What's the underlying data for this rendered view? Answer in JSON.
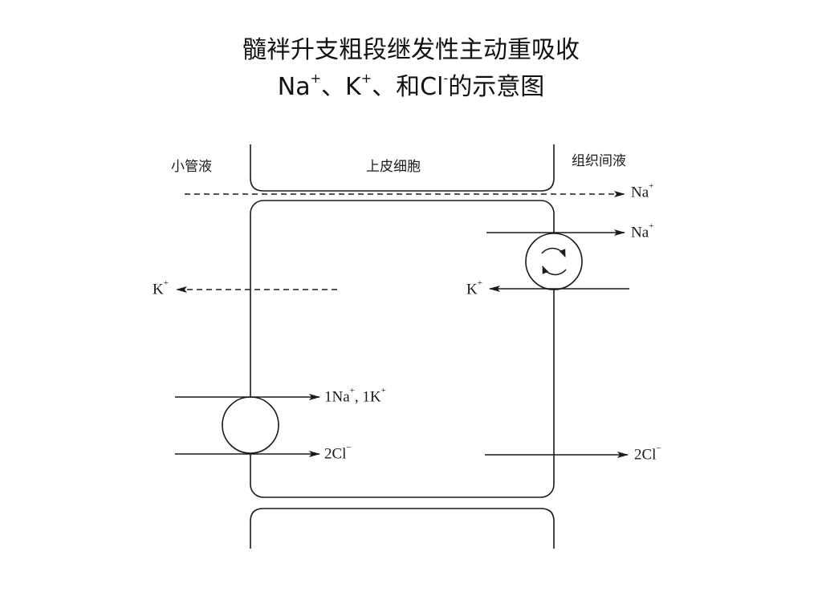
{
  "title": {
    "line1": "髓袢升支粗段继发性主动重吸收",
    "line2_a": "Na",
    "line2_a_sup": "+",
    "line2_b": "、K",
    "line2_b_sup": "+",
    "line2_c": "、和Cl",
    "line2_c_sup": "-",
    "line2_d": "的示意图"
  },
  "regions": {
    "lumen": "小管液",
    "cell": "上皮细胞",
    "interstitial": "组织间液"
  },
  "ions": {
    "na_paracellular": "Na",
    "na_pump": "Na",
    "k_pump": "K",
    "k_lumen": "K",
    "cotransport_top": "1Na",
    "cotransport_top_mid": ", 1K",
    "cotransport_bottom": "2Cl",
    "cl_basolateral": "2Cl",
    "plus": "+",
    "minus": "−"
  },
  "colors": {
    "stroke": "#1a1a1a",
    "background": "#ffffff"
  }
}
